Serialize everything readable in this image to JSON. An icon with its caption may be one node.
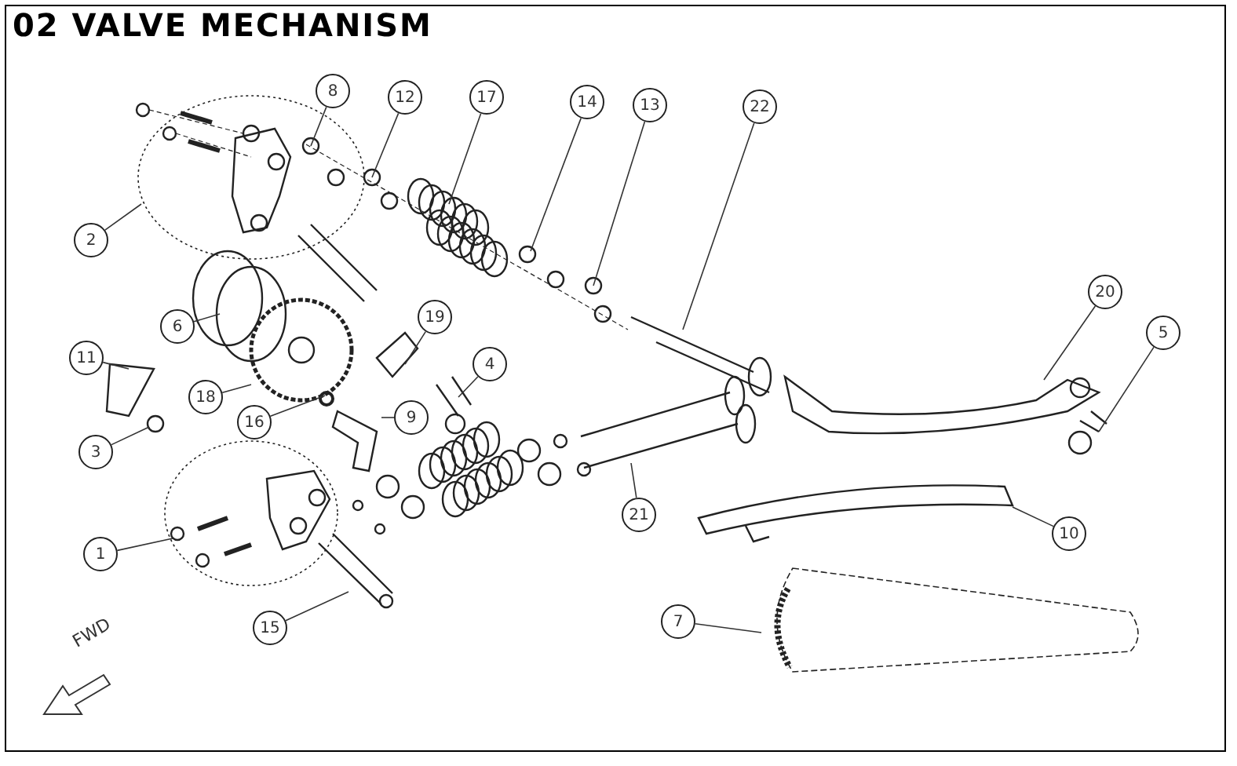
{
  "diagram": {
    "title": "02 VALVE MECHANISM",
    "nodes": [
      {
        "text": [
          "2"
        ]
      },
      {
        "text": [
          "8"
        ]
      },
      {
        "text": [
          "12"
        ]
      },
      {
        "text": [
          "17"
        ]
      },
      {
        "text": [
          "14"
        ]
      },
      {
        "text": [
          "13"
        ]
      },
      {
        "text": [
          "22"
        ]
      },
      {
        "text": [
          "6"
        ]
      },
      {
        "text": [
          "11"
        ]
      },
      {
        "text": [
          "19"
        ]
      },
      {
        "text": [
          "4"
        ]
      },
      {
        "text": [
          "20"
        ]
      },
      {
        "text": [
          "5"
        ]
      },
      {
        "text": [
          "18"
        ]
      },
      {
        "text": [
          "16"
        ]
      },
      {
        "text": [
          "9"
        ]
      },
      {
        "text": [
          "3"
        ]
      },
      {
        "text": [
          "1"
        ]
      },
      {
        "text": [
          "21"
        ]
      },
      {
        "text": [
          "10"
        ]
      },
      {
        "text": [
          "15"
        ]
      },
      {
        "text": [
          "7"
        ]
      }
    ],
    "edges": [
      {
        "from": 0,
        "to": null,
        "arrow": "none"
      },
      {
        "from": 1,
        "to": null,
        "arrow": "none"
      },
      {
        "from": 2,
        "to": null,
        "arrow": "none"
      },
      {
        "from": 3,
        "to": null,
        "arrow": "none"
      },
      {
        "from": 4,
        "to": null,
        "arrow": "none"
      },
      {
        "from": 5,
        "to": null,
        "arrow": "none"
      },
      {
        "from": 6,
        "to": null,
        "arrow": "none"
      },
      {
        "from": 7,
        "to": null,
        "arrow": "none"
      },
      {
        "from": 8,
        "to": null,
        "arrow": "none"
      },
      {
        "from": 9,
        "to": null,
        "arrow": "none"
      },
      {
        "from": 10,
        "to": null,
        "arrow": "none"
      },
      {
        "from": 11,
        "to": null,
        "arrow": "none"
      },
      {
        "from": 12,
        "to": null,
        "arrow": "none"
      },
      {
        "from": 13,
        "to": null,
        "arrow": "none"
      },
      {
        "from": 14,
        "to": null,
        "arrow": "none"
      },
      {
        "from": 15,
        "to": null,
        "arrow": "none"
      },
      {
        "from": 16,
        "to": null,
        "arrow": "none"
      },
      {
        "from": 17,
        "to": null,
        "arrow": "none"
      },
      {
        "from": 18,
        "to": null,
        "arrow": "none"
      },
      {
        "from": 19,
        "to": null,
        "arrow": "none"
      },
      {
        "from": 20,
        "to": null,
        "arrow": "none"
      },
      {
        "from": 21,
        "to": null,
        "arrow": "none"
      }
    ],
    "labels": [
      "FWD"
    ]
  }
}
